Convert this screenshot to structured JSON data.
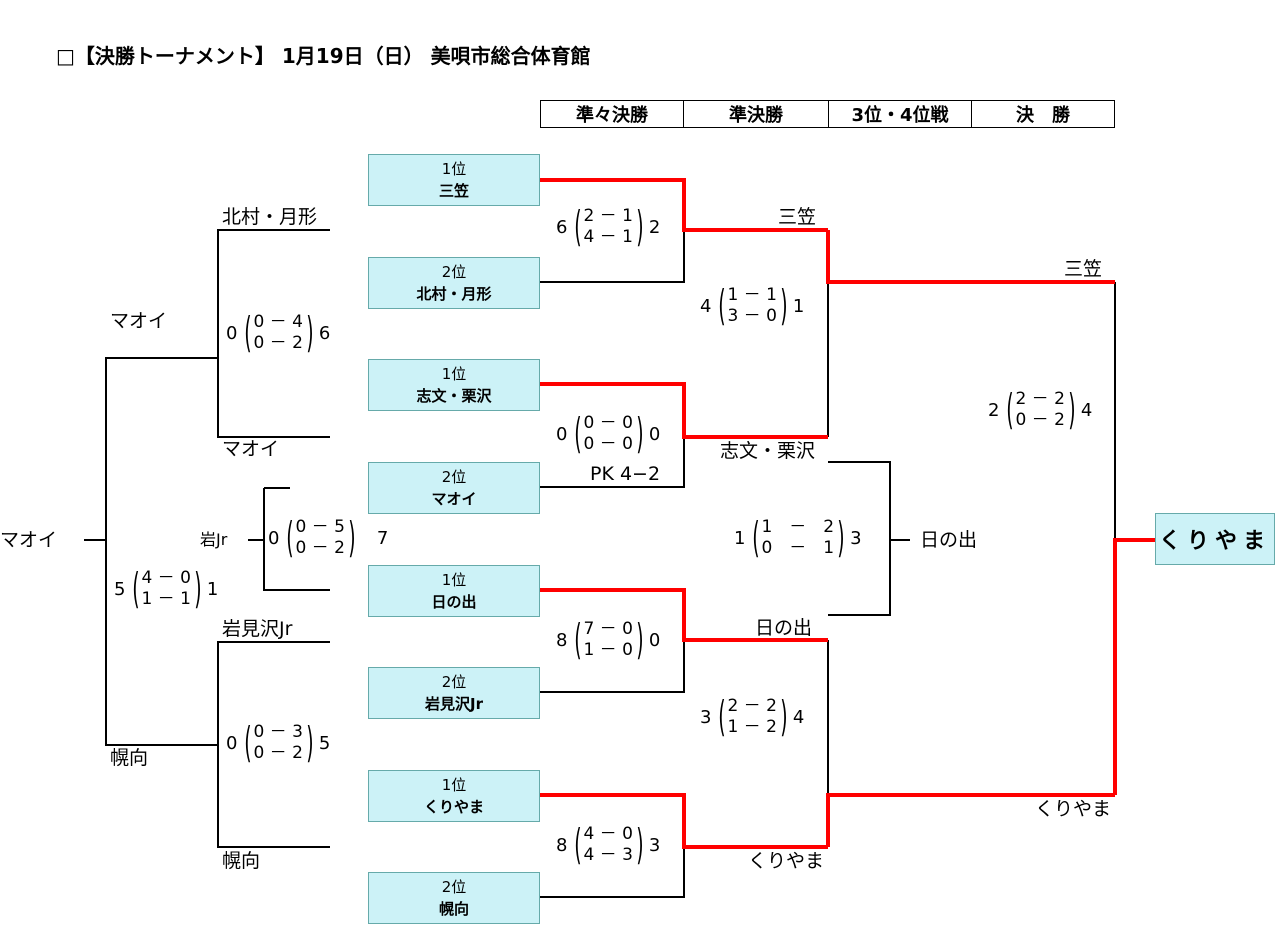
{
  "title": "□【決勝トーナメント】 1月19日（日） 美唄市総合体育館",
  "headers": [
    "準々決勝",
    "準決勝",
    "3位・4位戦",
    "決　勝"
  ],
  "boxes": [
    {
      "rank": "1位",
      "name": "三笠"
    },
    {
      "rank": "2位",
      "name": "北村・月形"
    },
    {
      "rank": "1位",
      "name": "志文・栗沢"
    },
    {
      "rank": "2位",
      "name": "マオイ"
    },
    {
      "rank": "1位",
      "name": "日の出"
    },
    {
      "rank": "2位",
      "name": "岩見沢Jr"
    },
    {
      "rank": "1位",
      "name": "くりやま"
    },
    {
      "rank": "2位",
      "name": "幌向"
    }
  ],
  "winner": "くりやま",
  "left": {
    "feeds": [
      "北村・月形",
      "マオイ",
      "岩Jr",
      "岩見沢Jr",
      "幌向"
    ],
    "semi_winners": [
      "マオイ",
      "幌向"
    ],
    "final_winner": "マオイ",
    "scores": [
      {
        "left": "0",
        "h1": "0 － 4",
        "h2": "0 － 2",
        "right": "6"
      },
      {
        "left": "0",
        "h1": "0 － 5",
        "h2": "0 － 2",
        "right": "7"
      },
      {
        "left": "0",
        "h1": "0 － 3",
        "h2": "0 － 2",
        "right": "5"
      },
      {
        "left": "5",
        "h1": "4 － 0",
        "h2": "1 － 1",
        "right": "1"
      }
    ]
  },
  "qf": [
    {
      "left": "6",
      "h1": "2 － 1",
      "h2": "4 － 1",
      "right": "2",
      "winner": "三笠"
    },
    {
      "left": "0",
      "h1": "0 － 0",
      "h2": "0 － 0",
      "right": "0",
      "winner": "志文・栗沢",
      "pk": "PK 4−2"
    },
    {
      "left": "8",
      "h1": "7 － 0",
      "h2": "1 － 0",
      "right": "0",
      "winner": "日の出"
    },
    {
      "left": "8",
      "h1": "4 － 0",
      "h2": "4 － 3",
      "right": "3",
      "winner": "くりやま"
    }
  ],
  "sf": [
    {
      "left": "4",
      "h1": "1 － 1",
      "h2": "3 － 0",
      "right": "1",
      "winner": "三笠"
    },
    {
      "left": "3",
      "h1": "2 － 2",
      "h2": "1 － 2",
      "right": "4",
      "winner": "くりやま"
    }
  ],
  "third": {
    "left": "1",
    "h1": "1　－　2",
    "h2": "0　－　1",
    "right": "3",
    "winner": "日の出"
  },
  "final": {
    "left": "2",
    "h1": "2 － 2",
    "h2": "0 － 2",
    "right": "4"
  },
  "colors": {
    "win_line": "#ff0000",
    "line": "#000000",
    "box_fill": "#ccf2f7"
  }
}
